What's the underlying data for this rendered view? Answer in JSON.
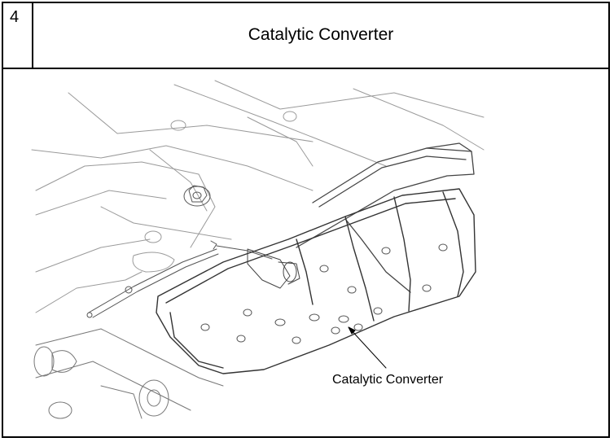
{
  "step": {
    "number": "4",
    "title": "Catalytic Converter"
  },
  "illustration": {
    "callout_label": "Catalytic Converter"
  }
}
